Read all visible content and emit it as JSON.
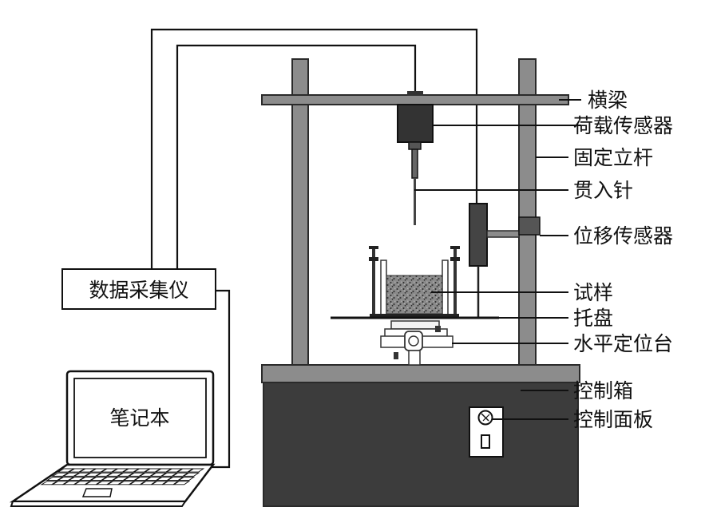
{
  "labels": {
    "crossbeam": "横梁",
    "load_sensor": "荷载传感器",
    "fixed_rod": "固定立杆",
    "penetration_needle": "贯入针",
    "displacement_sensor": "位移传感器",
    "sample": "试样",
    "tray": "托盘",
    "leveling_stage": "水平定位台",
    "control_box": "控制箱",
    "control_panel": "控制面板"
  },
  "data_logger": {
    "label": "数据采集仪"
  },
  "laptop": {
    "label": "笔记本"
  },
  "colors": {
    "frame_gray": "#8c8c8c",
    "frame_stroke": "#2a2a2a",
    "box_dark": "#3c3c3c",
    "sensor_dark": "#333333",
    "sample_speckle": "#555555"
  }
}
